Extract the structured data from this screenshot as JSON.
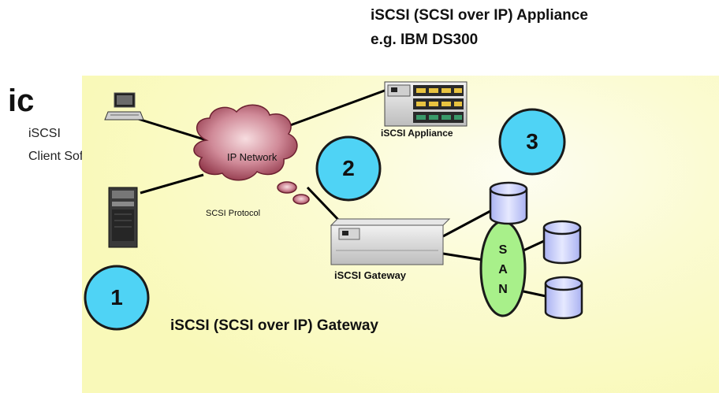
{
  "title": {
    "line1": "iSCSI (SCSI over IP) Appliance",
    "line2": "e.g. IBM DS300"
  },
  "left": {
    "partial_title": "ic",
    "client_line1": "iSCSI",
    "client_line2": "Client Software"
  },
  "labels": {
    "ip_network": "IP Network",
    "scsi_protocol": "SCSI Protocol",
    "appliance": "iSCSI Appliance",
    "gateway": "iSCSI Gateway",
    "gateway_caption": "iSCSI (SCSI over IP) Gateway",
    "san": [
      "S",
      "A",
      "N"
    ]
  },
  "badges": {
    "one": "1",
    "two": "2",
    "three": "3"
  },
  "colors": {
    "badge_fill": "#4fd3f5",
    "san_fill": "#a8f08a",
    "cloud_fill": "#b5556a",
    "disk_fill": "#c7cdfa",
    "panel_fill": "#f9f9c0"
  }
}
